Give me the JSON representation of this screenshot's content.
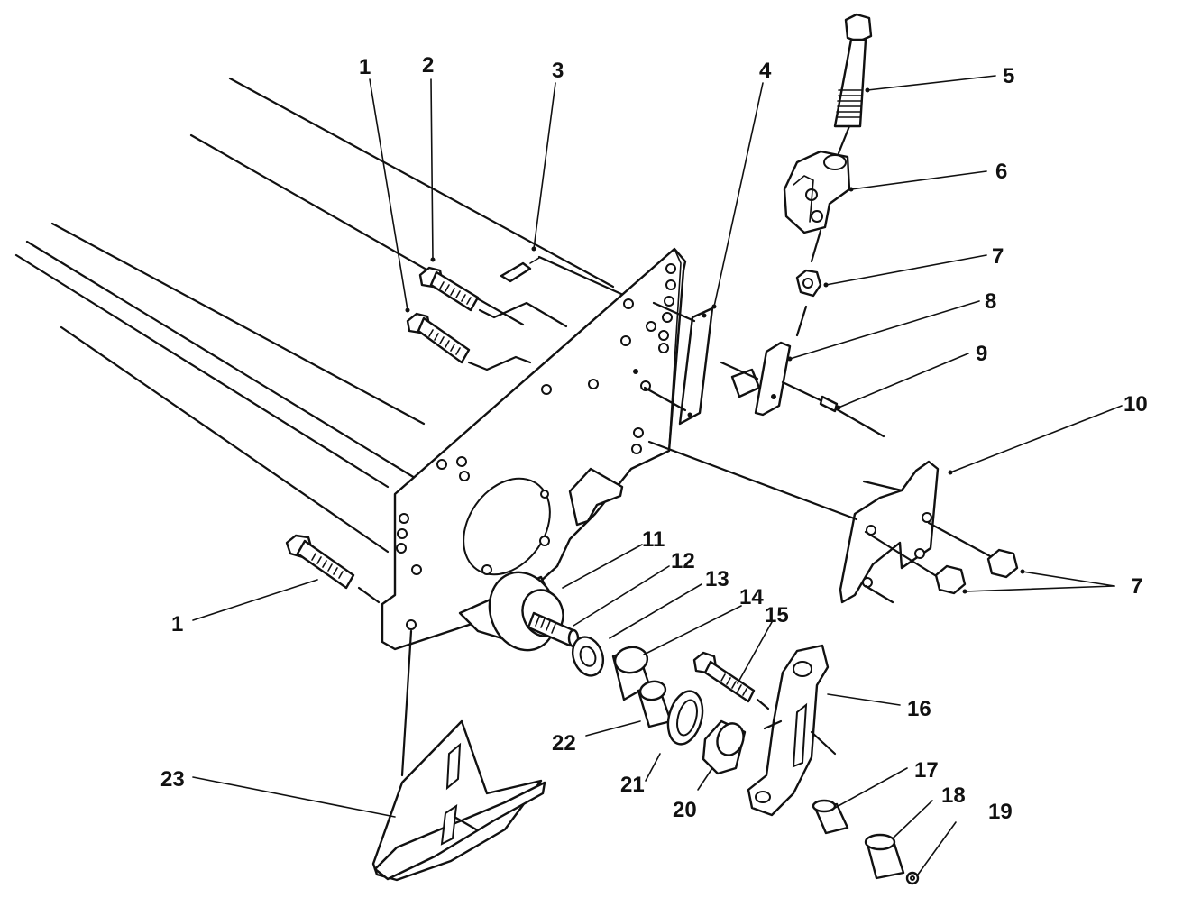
{
  "diagram": {
    "callouts": [
      {
        "id": "c1a",
        "label": "1"
      },
      {
        "id": "c2",
        "label": "2"
      },
      {
        "id": "c3",
        "label": "3"
      },
      {
        "id": "c4",
        "label": "4"
      },
      {
        "id": "c5",
        "label": "5"
      },
      {
        "id": "c6",
        "label": "6"
      },
      {
        "id": "c7a",
        "label": "7"
      },
      {
        "id": "c8",
        "label": "8"
      },
      {
        "id": "c9",
        "label": "9"
      },
      {
        "id": "c10",
        "label": "10"
      },
      {
        "id": "c7b",
        "label": "7"
      },
      {
        "id": "c1b",
        "label": "1"
      },
      {
        "id": "c11",
        "label": "11"
      },
      {
        "id": "c12",
        "label": "12"
      },
      {
        "id": "c13",
        "label": "13"
      },
      {
        "id": "c14",
        "label": "14"
      },
      {
        "id": "c15",
        "label": "15"
      },
      {
        "id": "c16",
        "label": "16"
      },
      {
        "id": "c17",
        "label": "17"
      },
      {
        "id": "c18",
        "label": "18"
      },
      {
        "id": "c19",
        "label": "19"
      },
      {
        "id": "c20",
        "label": "20"
      },
      {
        "id": "c21",
        "label": "21"
      },
      {
        "id": "c22",
        "label": "22"
      },
      {
        "id": "c23",
        "label": "23"
      }
    ]
  }
}
